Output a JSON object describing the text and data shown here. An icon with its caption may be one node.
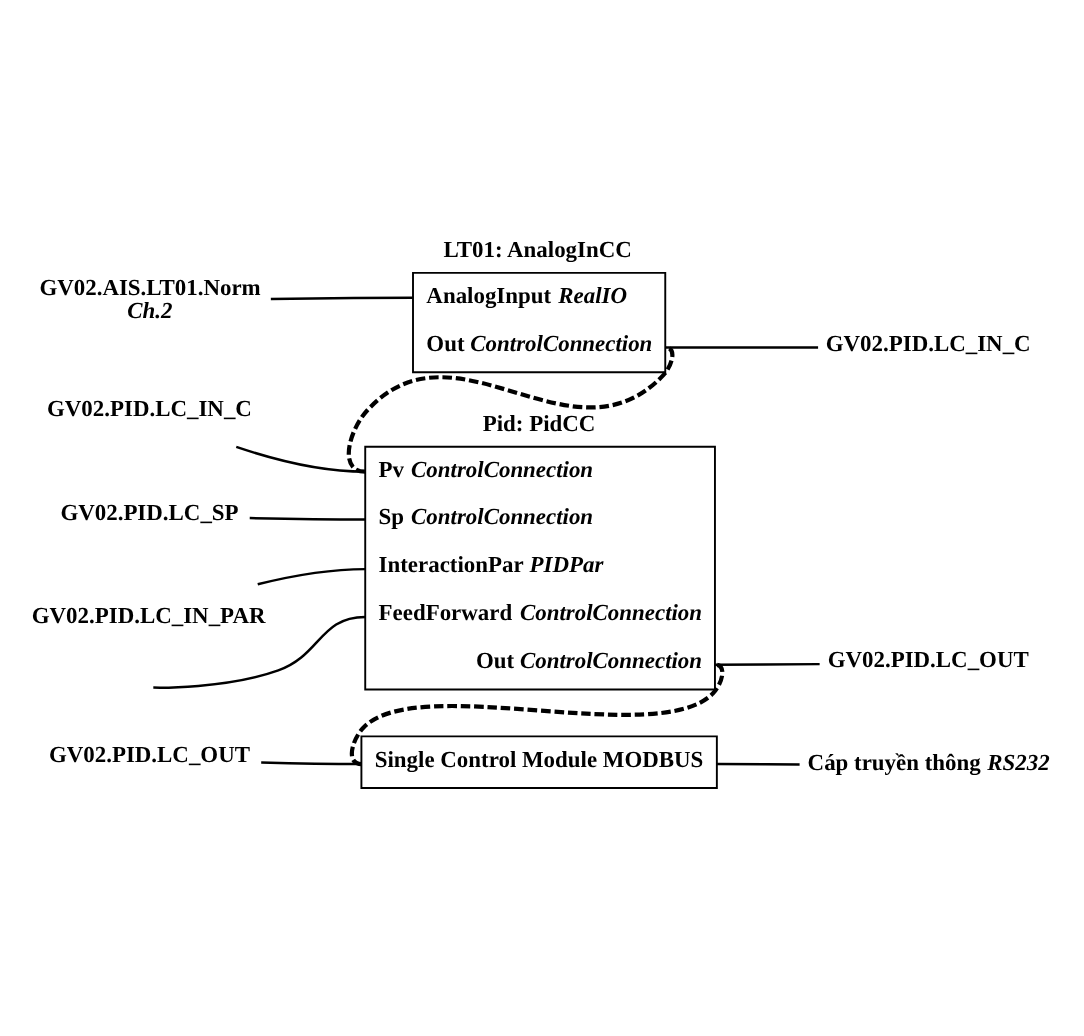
{
  "diagram": {
    "nodes": [
      {
        "text": [
          "LT01: AnalogInCC",
          "AnalogInput *RealIO*",
          "Out *ControlConnection*"
        ]
      },
      {
        "text": [
          "GV02.AIS.LT01.Norm"
        ],
        "beside": [
          "Ch.2"
        ]
      },
      {
        "text": [
          "GV02.PID.LC_IN_C"
        ]
      },
      {
        "text": [
          "Pid: PidCC",
          "Pv *ControlConnection*",
          "Sp *ControlConnection*",
          "InteractionPar *PIDPar*",
          "FeedForward *ControlConnection*",
          "Out *ControlConnection*"
        ]
      },
      {
        "text": [
          "GV02.PID.LC_IN_C"
        ]
      },
      {
        "text": [
          "GV02.PID.LC_SP"
        ]
      },
      {
        "text": [
          "GV02.PID.LC_IN_PAR"
        ]
      },
      {
        "text": [
          "GV02.PID.LC_OUT"
        ]
      },
      {
        "text": [
          "Single Control Module MODBUS"
        ]
      },
      {
        "text": [
          "GV02.PID.LC_OUT"
        ]
      },
      {
        "text": [
          "Cáp truyền thông *RS232*"
        ]
      }
    ],
    "edges": [
      {
        "from": 1,
        "to": 0,
        "arrow": "none"
      },
      {
        "from": 0,
        "to": 2,
        "arrow": "none"
      },
      {
        "from": 0,
        "to": 3,
        "arrow": "none",
        "style": "dashed"
      },
      {
        "from": 4,
        "to": 3,
        "arrow": "none"
      },
      {
        "from": 5,
        "to": 3,
        "arrow": "none"
      },
      {
        "from": 6,
        "to": 3,
        "arrow": "none"
      },
      {
        "from": null,
        "to": 3,
        "arrow": "none"
      },
      {
        "from": 3,
        "to": 7,
        "arrow": "none"
      },
      {
        "from": 3,
        "to": 8,
        "arrow": "none",
        "style": "dashed"
      },
      {
        "from": 9,
        "to": 8,
        "arrow": "none"
      },
      {
        "from": 8,
        "to": 10,
        "arrow": "none"
      }
    ]
  }
}
